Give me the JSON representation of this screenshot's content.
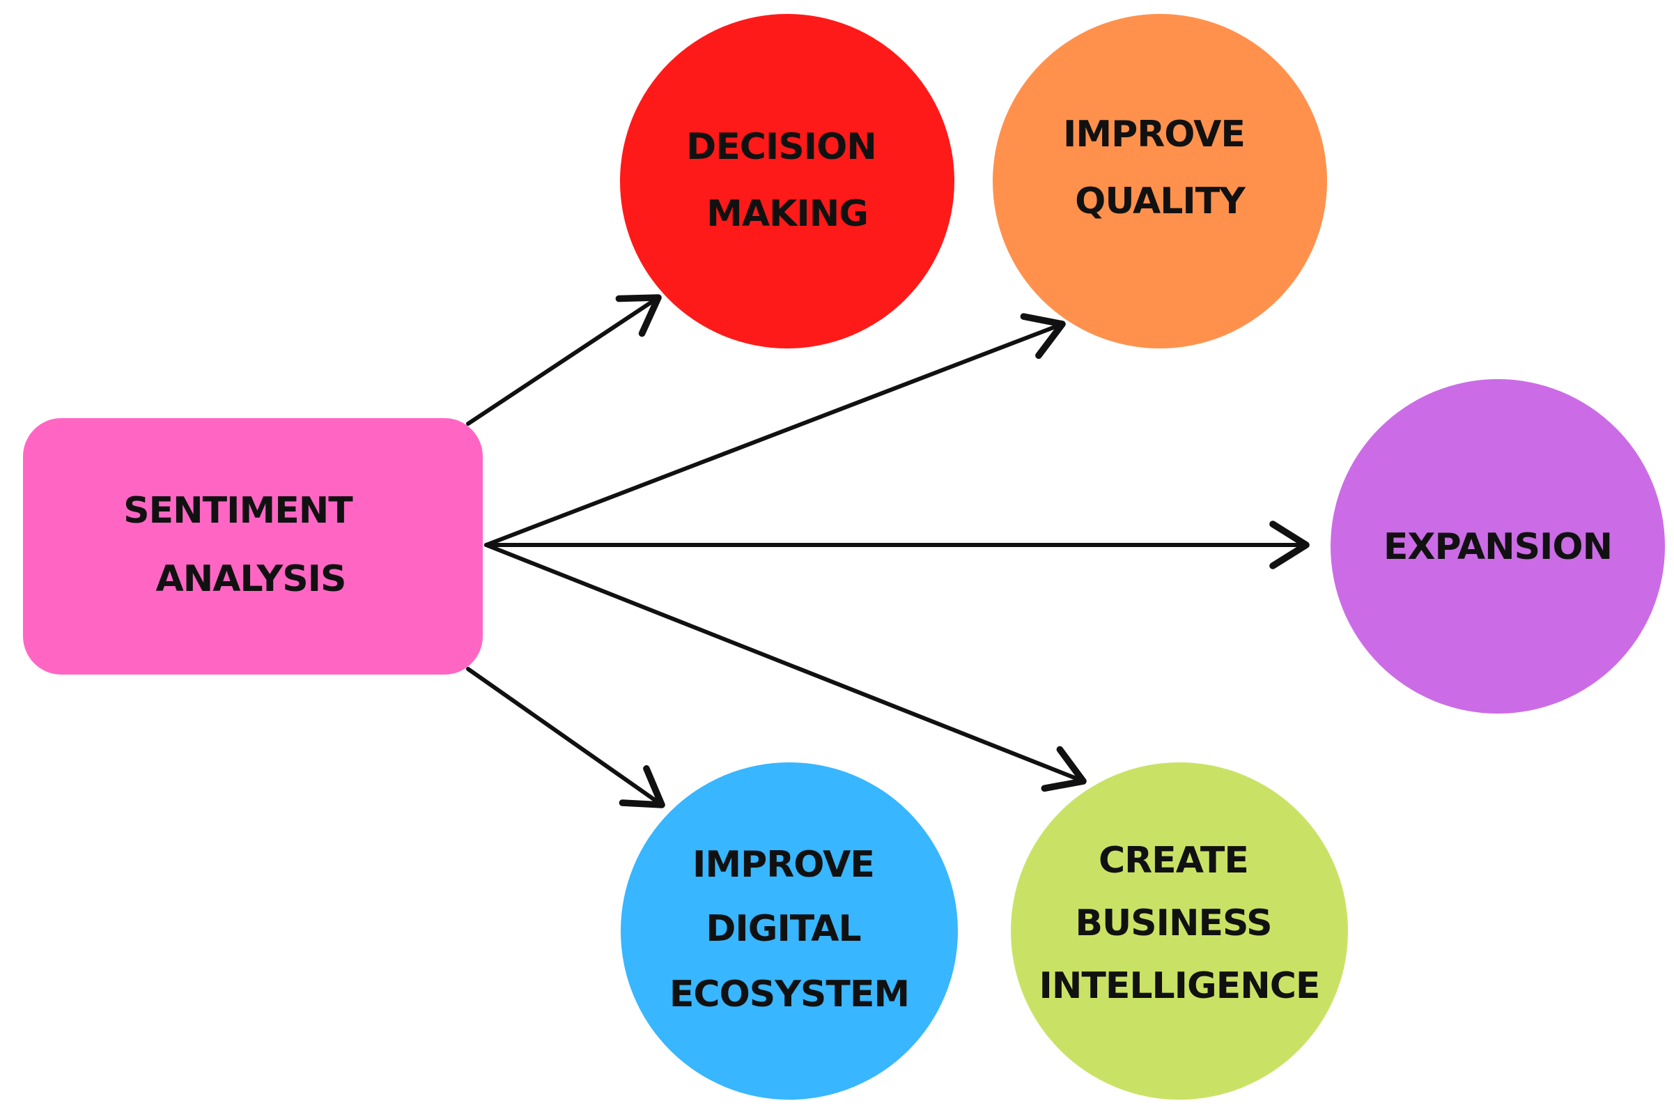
{
  "diagram": {
    "center": {
      "lines": [
        "SENTIMENT",
        "ANALYSIS"
      ],
      "color": "#ff66c4"
    },
    "nodes": [
      {
        "id": "decision-making",
        "lines": [
          "DECISION",
          "MAKING"
        ],
        "color": "#ff1a1a"
      },
      {
        "id": "improve-quality",
        "lines": [
          "IMPROVE",
          "QUALITY"
        ],
        "color": "#ff914d"
      },
      {
        "id": "expansion",
        "lines": [
          "EXPANSION"
        ],
        "color": "#cb6ce6"
      },
      {
        "id": "create-business-intelligence",
        "lines": [
          "CREATE",
          "BUSINESS",
          "INTELLIGENCE"
        ],
        "color": "#c9e265"
      },
      {
        "id": "improve-digital-ecosystem",
        "lines": [
          "IMPROVE",
          "DIGITAL",
          "ECOSYSTEM"
        ],
        "color": "#38b6ff"
      }
    ],
    "arrow_color": "#111111"
  }
}
